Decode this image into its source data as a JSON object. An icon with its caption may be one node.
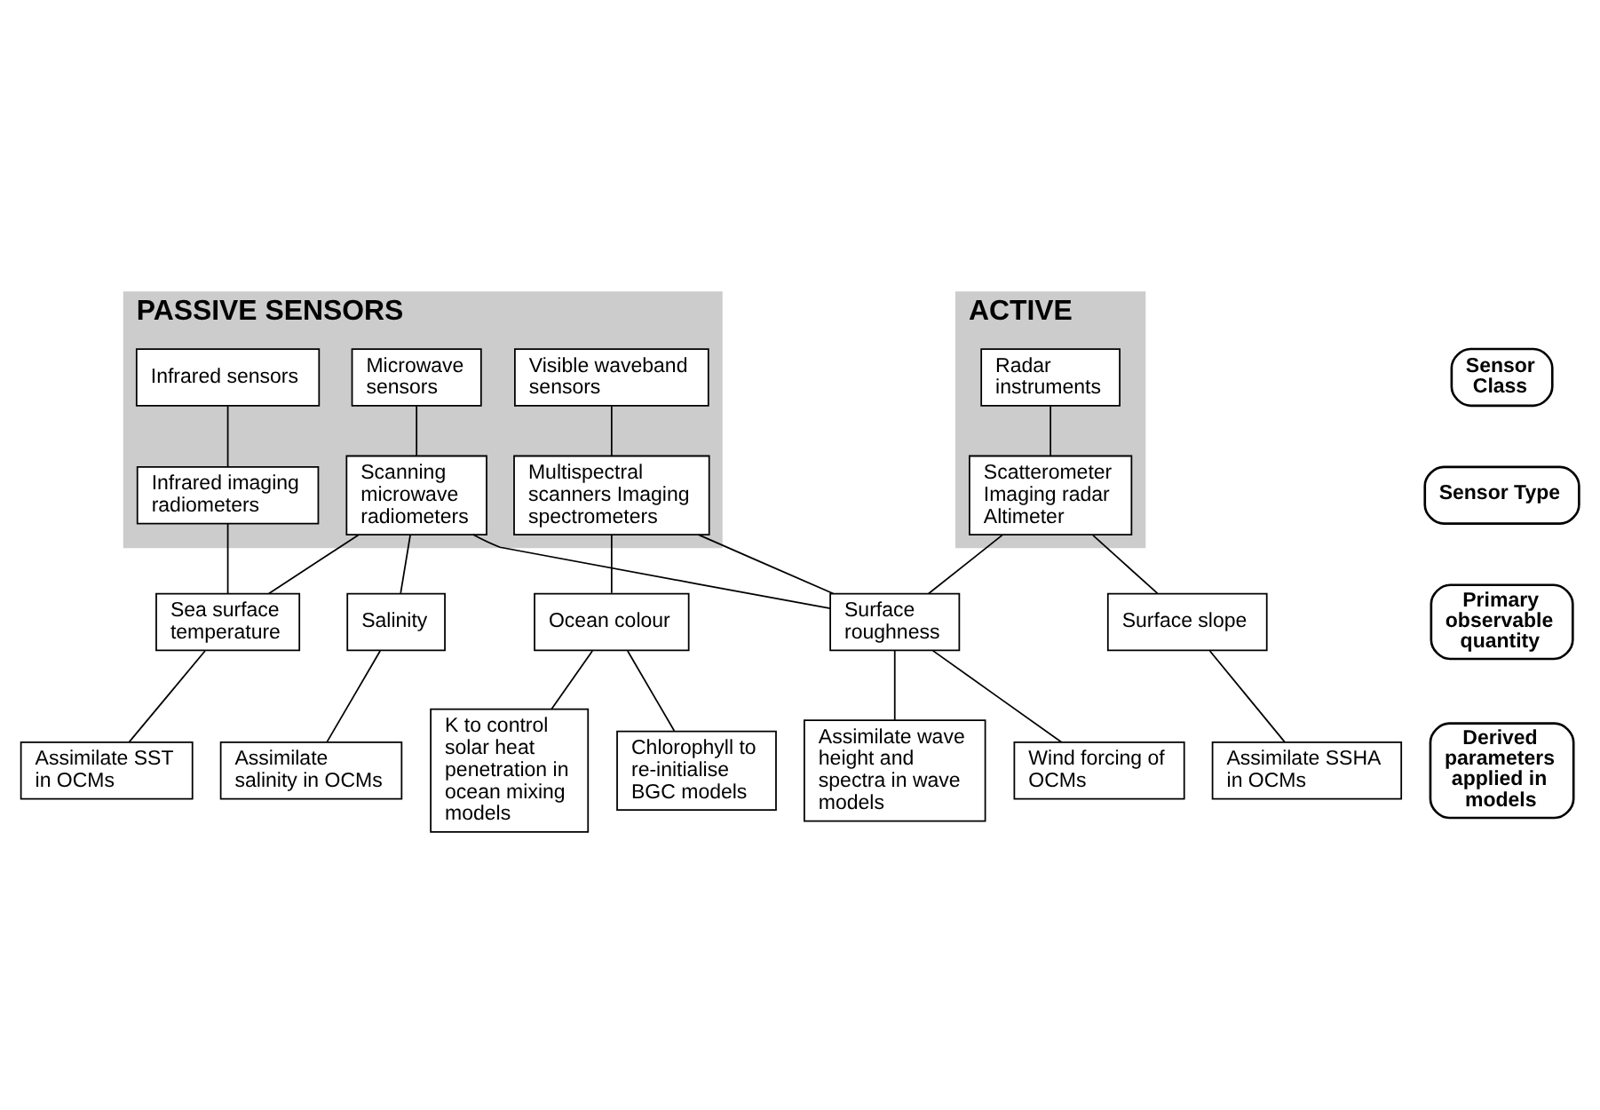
{
  "diagram": {
    "nodes": [
      {
        "text": [
          "PASSIVE SENSORS"
        ]
      },
      {
        "text": [
          "Visible waveband sensors"
        ],
        "in": 0
      },
      {
        "text": [
          "Infrared sensors"
        ],
        "in": 0
      },
      {
        "text": [
          "Microwave sensors"
        ],
        "in": 0
      },
      {
        "text": [
          "Multispectral scanners Imaging spectrometers"
        ],
        "in": 0
      },
      {
        "text": [
          "Infrared imaging radiometers"
        ],
        "in": 0
      },
      {
        "text": [
          "Scanning microwave radiometers"
        ],
        "in": 0
      },
      {
        "text": [
          "ACTIVE"
        ]
      },
      {
        "text": [
          "Radar instruments"
        ],
        "in": 7
      },
      {
        "text": [
          "Scatterometer Imaging radar Altimeter"
        ],
        "in": 7
      },
      {
        "text": [
          "Sensor Class"
        ]
      },
      {
        "text": [
          "Sensor Type"
        ]
      },
      {
        "text": [
          "Primary observable quantity"
        ]
      },
      {
        "text": [
          "Derived parameters applied in models"
        ]
      },
      {
        "text": [
          "Ocean colour"
        ]
      },
      {
        "text": [
          "Sea surface temperature"
        ]
      },
      {
        "text": [
          "Salinity"
        ]
      },
      {
        "text": [
          "Surface roughness"
        ]
      },
      {
        "text": [
          "Surface slope"
        ]
      },
      {
        "text": [
          "Chlorophyll to re-initialise BGC models"
        ]
      },
      {
        "text": [
          "K to control solar heat penetration in ocean mixing models"
        ]
      },
      {
        "text": [
          "Assimilate SST in OCMs"
        ]
      },
      {
        "text": [
          "Assimilate salinity in OCMs"
        ]
      },
      {
        "text": [
          "Wind forcing of OCMs"
        ]
      },
      {
        "text": [
          "Assimilate wave height and spectra in wave models"
        ]
      },
      {
        "text": [
          "Assimilate SSHA in OCMs"
        ]
      }
    ],
    "edges": [
      {
        "from": 1,
        "to": 4,
        "arrow": "none"
      },
      {
        "from": 2,
        "to": 5,
        "arrow": "none"
      },
      {
        "from": 3,
        "to": 6,
        "arrow": "none"
      },
      {
        "from": 8,
        "to": 9,
        "arrow": "none"
      },
      {
        "from": 4,
        "to": 14,
        "arrow": "none"
      },
      {
        "from": 4,
        "to": 17,
        "arrow": "none"
      },
      {
        "from": 5,
        "to": 15,
        "arrow": "none"
      },
      {
        "from": 6,
        "to": 15,
        "arrow": "none"
      },
      {
        "from": 6,
        "to": 16,
        "arrow": "none"
      },
      {
        "from": 6,
        "to": 17,
        "arrow": "none"
      },
      {
        "from": 9,
        "to": 17,
        "arrow": "none"
      },
      {
        "from": 9,
        "to": 18,
        "arrow": "none"
      },
      {
        "from": 14,
        "to": 19,
        "arrow": "none"
      },
      {
        "from": 14,
        "to": 20,
        "arrow": "none"
      },
      {
        "from": 15,
        "to": 21,
        "arrow": "none"
      },
      {
        "from": 16,
        "to": 22,
        "arrow": "none"
      },
      {
        "from": 17,
        "to": 23,
        "arrow": "none"
      },
      {
        "from": 17,
        "to": 24,
        "arrow": "none"
      },
      {
        "from": 18,
        "to": 25,
        "arrow": "none"
      }
    ]
  }
}
